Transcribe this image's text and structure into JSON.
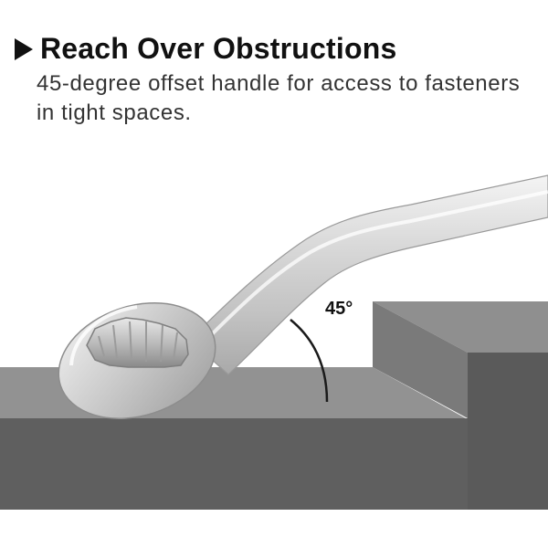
{
  "header": {
    "title": "Reach Over Obstructions",
    "subtitle": "45-degree offset handle for access to fasteners in tight spaces."
  },
  "illustration": {
    "angle_label": "45°",
    "colors": {
      "surface_top": "#929292",
      "surface_front": "#5f5f5f",
      "block_top": "#8f8f8f",
      "block_front": "#787878",
      "block_side": "#5a5a5a",
      "wrench_chrome": "#d7d7d7",
      "angle_arc": "#1a1a1a"
    },
    "icons": [
      "play-arrow-icon",
      "wrench-image"
    ]
  }
}
